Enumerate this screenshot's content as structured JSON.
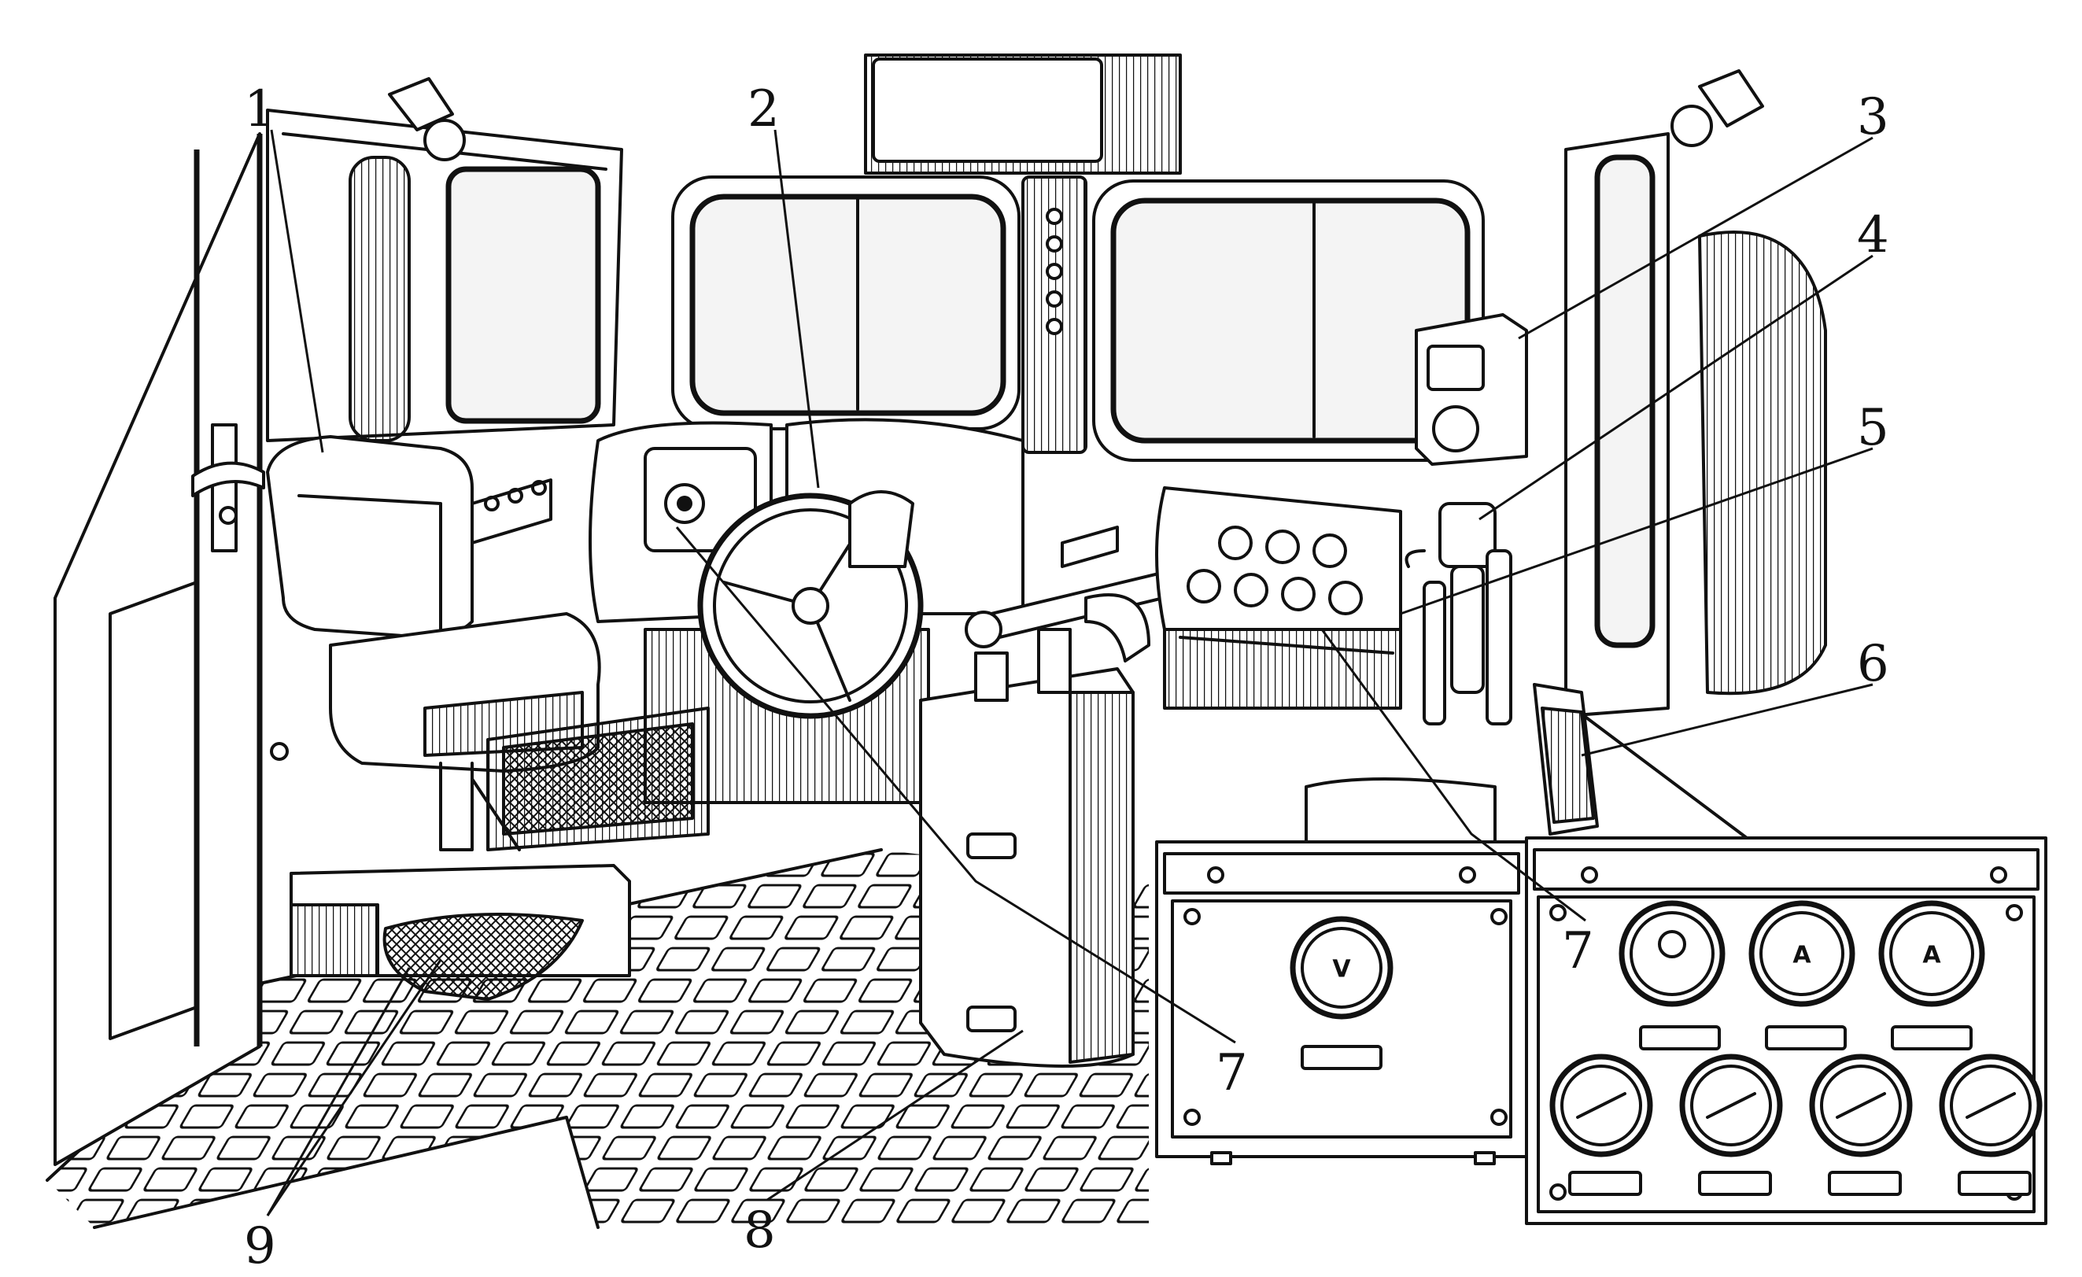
{
  "figure": {
    "callouts": [
      {
        "id": "1",
        "label": "1"
      },
      {
        "id": "2",
        "label": "2"
      },
      {
        "id": "3",
        "label": "3"
      },
      {
        "id": "4",
        "label": "4"
      },
      {
        "id": "5",
        "label": "5"
      },
      {
        "id": "6",
        "label": "6"
      },
      {
        "id": "7a",
        "label": "7"
      },
      {
        "id": "7b",
        "label": "7"
      },
      {
        "id": "8",
        "label": "8"
      },
      {
        "id": "9",
        "label": "9"
      }
    ],
    "inset_gauges": {
      "left_panel": [
        "V"
      ],
      "right_panel_top": [
        "",
        "A",
        "A"
      ]
    }
  }
}
